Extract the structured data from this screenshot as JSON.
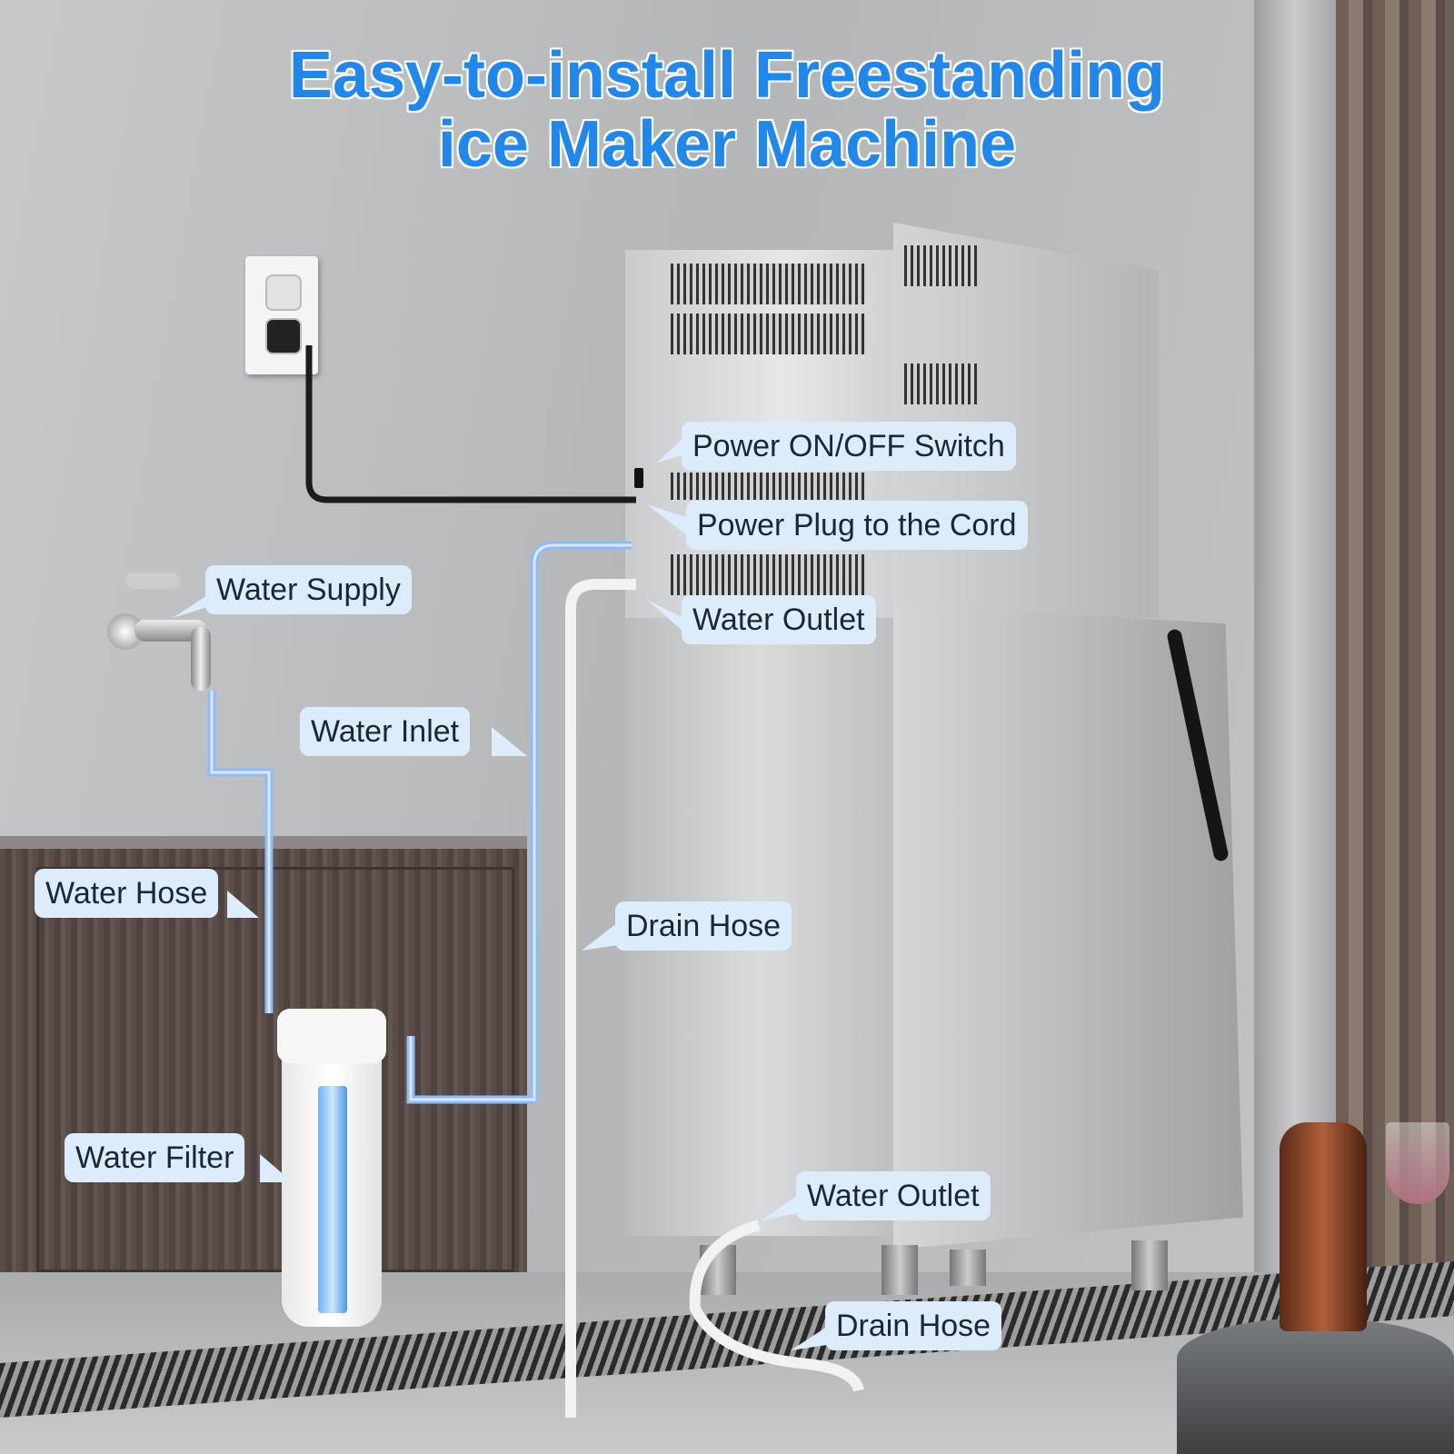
{
  "title": {
    "line1": "Easy-to-install Freestanding",
    "line2": "ice Maker Machine"
  },
  "labels": {
    "power_switch": "Power ON/OFF Switch",
    "power_plug": "Power Plug to the Cord",
    "water_supply": "Water Supply",
    "water_outlet_top": "Water Outlet",
    "water_inlet": "Water Inlet",
    "water_hose": "Water Hose",
    "drain_hose_top": "Drain Hose",
    "water_filter": "Water Filter",
    "water_outlet_bottom": "Water Outlet",
    "drain_hose_bottom": "Drain Hose"
  },
  "colors": {
    "title": "#1e88ee",
    "label_bg": "#dcecfb",
    "water_line": "#8fbcf5"
  }
}
